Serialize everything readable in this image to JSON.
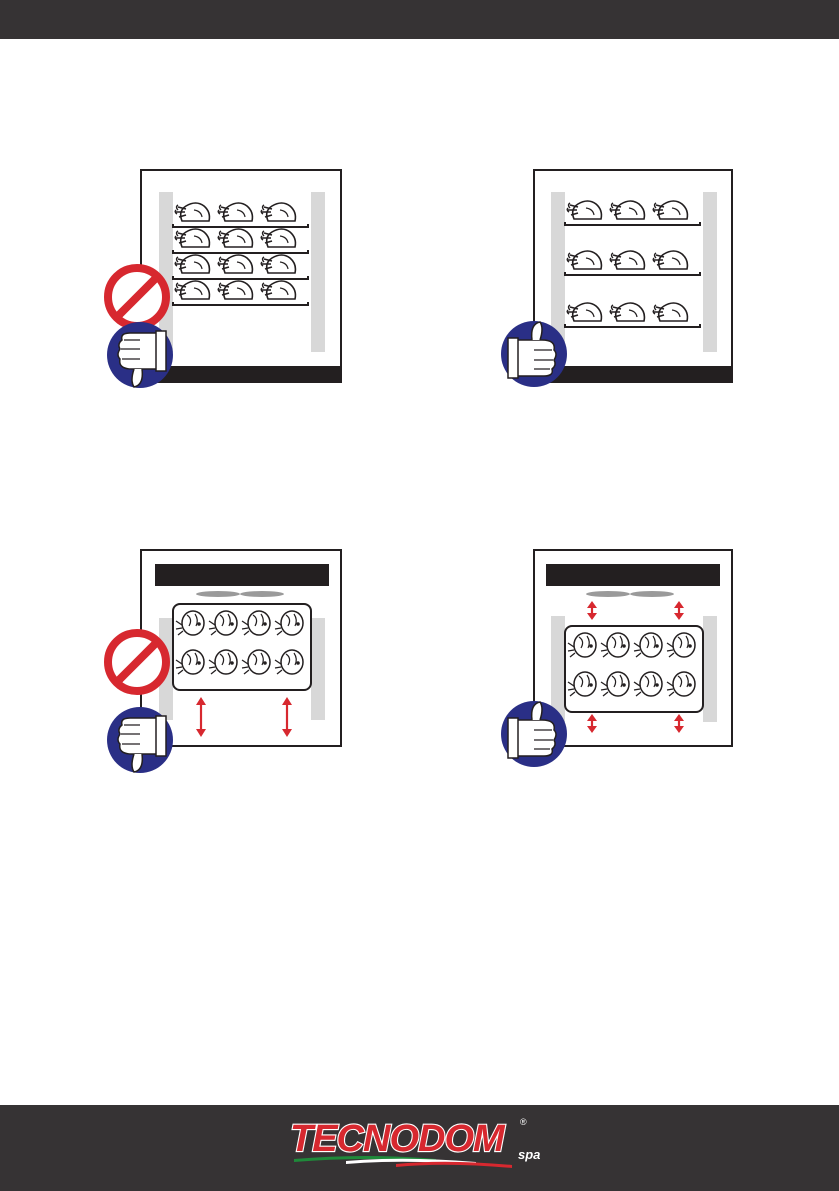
{
  "brand": {
    "name": "TECNODOM",
    "suffix": "spa",
    "registered_mark": "®",
    "colors": {
      "logo_red": "#d7282f",
      "italy_green": "#1f8a3a",
      "italy_red": "#d7282f"
    }
  },
  "colors": {
    "header_bar": "#363334",
    "footer_bar": "#363334",
    "thumb_blue": "#2a2f86",
    "prohibit_red": "#d7282f",
    "arrow_red": "#d7282f",
    "oven_frame": "#231f20",
    "rail_gray": "#d8d8d8",
    "fan_gray": "#9a9a9a"
  },
  "figures": [
    {
      "id": "oven-roast-overloaded",
      "content": "chicken",
      "shelves": 4,
      "verdict": "incorrect",
      "icons": [
        "prohibited-icon",
        "thumbs-down-icon"
      ]
    },
    {
      "id": "oven-roast-spaced",
      "content": "chicken",
      "shelves": 3,
      "verdict": "correct",
      "icons": [
        "thumbs-up-icon"
      ]
    },
    {
      "id": "oven-fish-tray-low",
      "content": "fish",
      "tray_position": "high",
      "verdict": "incorrect",
      "icons": [
        "prohibited-icon",
        "thumbs-down-icon"
      ]
    },
    {
      "id": "oven-fish-tray-centered",
      "content": "fish",
      "tray_position": "center",
      "verdict": "correct",
      "icons": [
        "thumbs-up-icon"
      ]
    }
  ]
}
